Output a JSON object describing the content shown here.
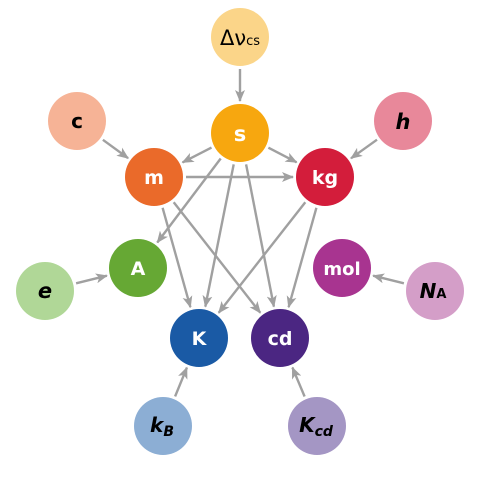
{
  "units": {
    "s": {
      "label": "s",
      "color": "#f7a70f",
      "text_color": "#ffffff"
    },
    "m": {
      "label": "m",
      "color": "#ea6a2a",
      "text_color": "#ffffff"
    },
    "kg": {
      "label": "kg",
      "color": "#d31d3b",
      "text_color": "#ffffff"
    },
    "A": {
      "label": "A",
      "color": "#66a834",
      "text_color": "#ffffff"
    },
    "K": {
      "label": "K",
      "color": "#1a5aa5",
      "text_color": "#ffffff"
    },
    "cd": {
      "label": "cd",
      "color": "#4b2682",
      "text_color": "#ffffff"
    },
    "mol": {
      "label": "mol",
      "color": "#a83490",
      "text_color": "#ffffff"
    }
  },
  "constants": {
    "dvcs": {
      "label": "Δν",
      "sub": "cs",
      "color": "#fbd589"
    },
    "c": {
      "label": "c",
      "sub": "",
      "color": "#f6b396"
    },
    "h": {
      "label": "h",
      "sub": "",
      "color": "#e8889a"
    },
    "e": {
      "label": "e",
      "sub": "",
      "color": "#b0d797"
    },
    "NA": {
      "label": "N",
      "sub": "A",
      "color": "#d49ec8"
    },
    "kB": {
      "label": "k",
      "sub": "B",
      "color": "#8caed4"
    },
    "Kcd": {
      "label": "K",
      "sub": "cd",
      "color": "#a496c4"
    }
  },
  "arrow_color": "#a0a0a0"
}
